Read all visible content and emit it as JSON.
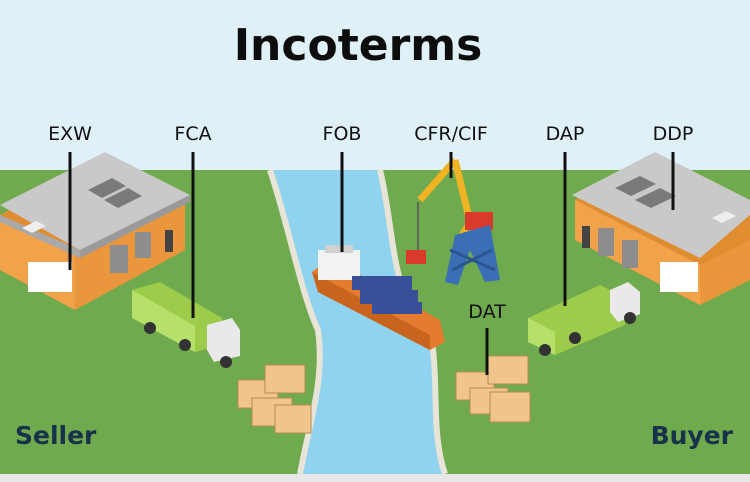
{
  "title": "Incoterms",
  "terms": {
    "exw": "EXW",
    "fca": "FCA",
    "fob": "FOB",
    "cfr_cif": "CFR/CIF",
    "dap": "DAP",
    "ddp": "DDP",
    "dat": "DAT"
  },
  "sides": {
    "seller": "Seller",
    "buyer": "Buyer"
  },
  "colors": {
    "sky": "#dff0f7",
    "ground": "#6faa4e",
    "river": "#8fd3ee",
    "warehouse": "#f2a248",
    "truck": "#9ccc4a",
    "crane": "#f0b323"
  }
}
